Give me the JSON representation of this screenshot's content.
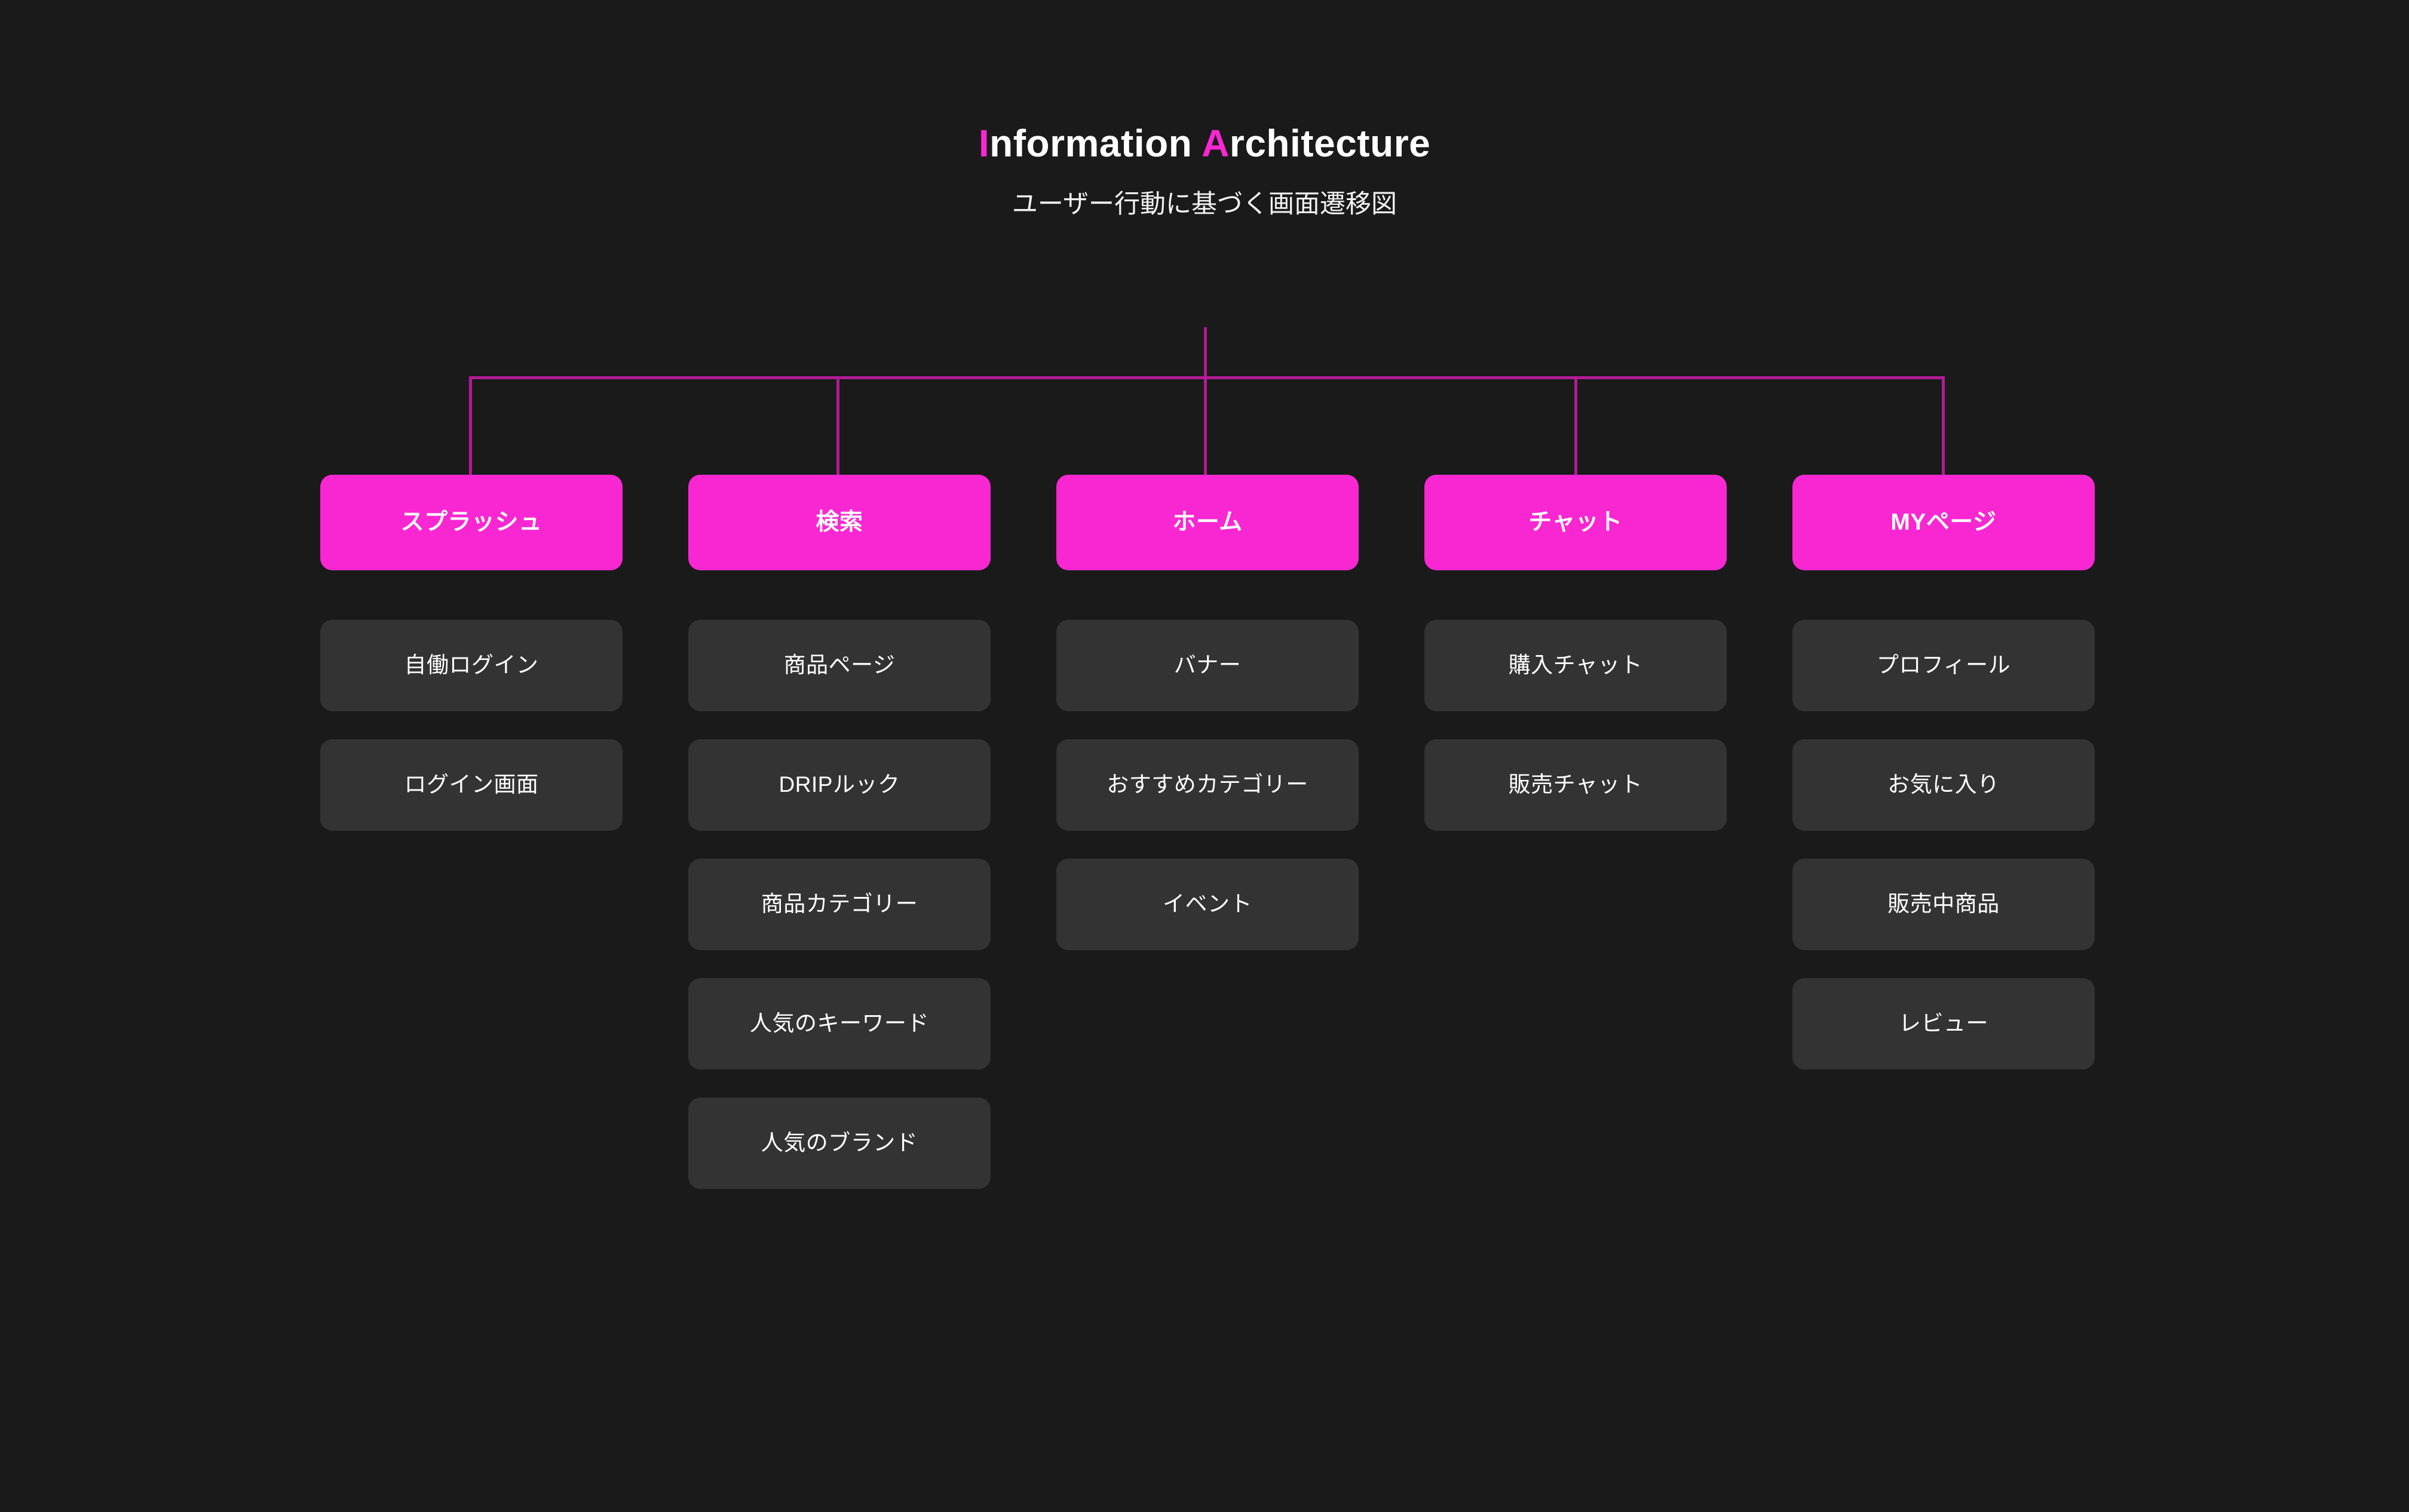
{
  "header": {
    "title_accent_1": "I",
    "title_rest_1": "nformation ",
    "title_accent_2": "A",
    "title_rest_2": "rchitecture",
    "title_full": "Information Architecture",
    "subtitle": "ユーザー行動に基づく画面遷移図",
    "accent_color": "#f927d2"
  },
  "theme": {
    "background": "#1a1a1a",
    "root_node_color": "#f927d2",
    "child_node_color": "#333333",
    "connector_color": "#b31a97",
    "text_color": "#ffffff"
  },
  "tree": {
    "columns": [
      {
        "root": "スプラッシュ",
        "children": [
          "自働ログイン",
          "ログイン画面"
        ]
      },
      {
        "root": "検索",
        "children": [
          "商品ページ",
          "DRIPルック",
          "商品カテゴリー",
          "人気のキーワード",
          "人気のブランド"
        ]
      },
      {
        "root": "ホーム",
        "children": [
          "バナー",
          "おすすめカテゴリー",
          "イベント"
        ]
      },
      {
        "root": "チャット",
        "children": [
          "購入チャット",
          "販売チャット"
        ]
      },
      {
        "root": "MYページ",
        "children": [
          "プロフィール",
          "お気に入り",
          "販売中商品",
          "レビュー"
        ]
      }
    ]
  }
}
